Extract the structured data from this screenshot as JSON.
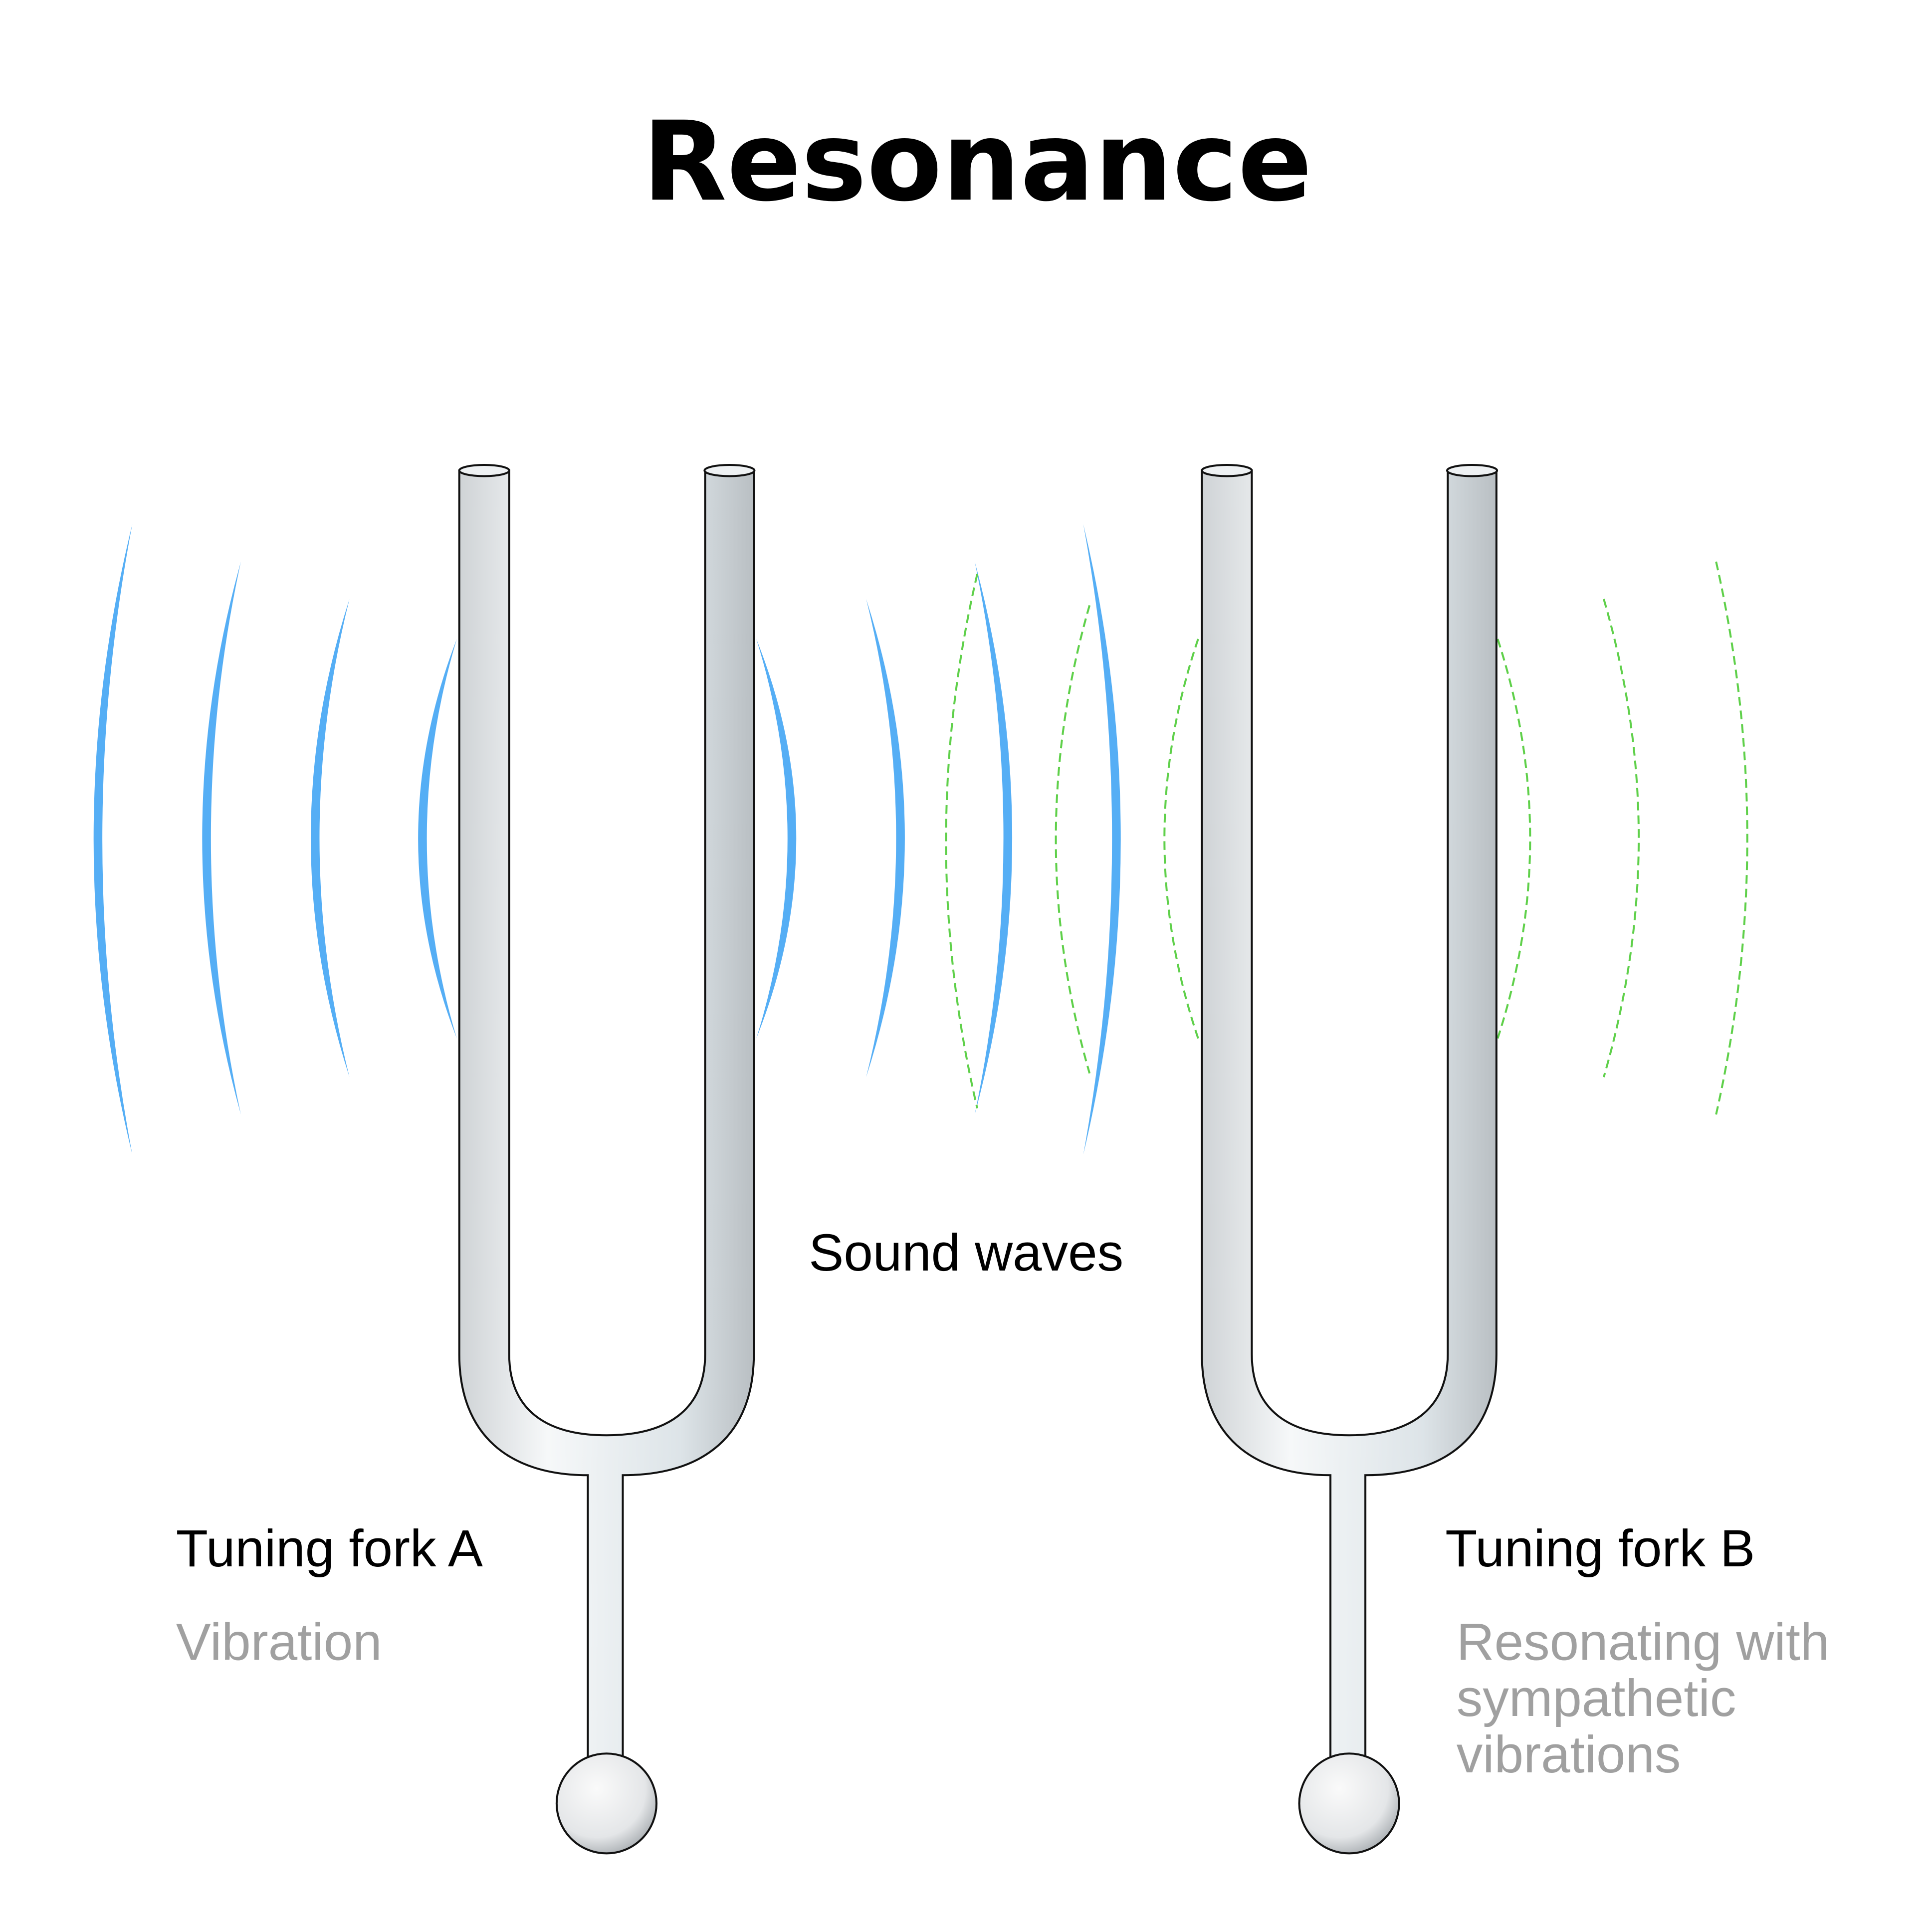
{
  "title": "Resonance",
  "labels": {
    "sound_waves": "Sound waves",
    "fork_a": "Tuning fork A",
    "fork_a_desc": "Vibration",
    "fork_b": "Tuning fork B",
    "fork_b_desc": [
      "Resonating with",
      "sympathetic",
      "vibrations"
    ]
  },
  "colors": {
    "wave_a": "#55aef5",
    "wave_b": "#5fd04a",
    "caption": "#a0a0a0"
  }
}
